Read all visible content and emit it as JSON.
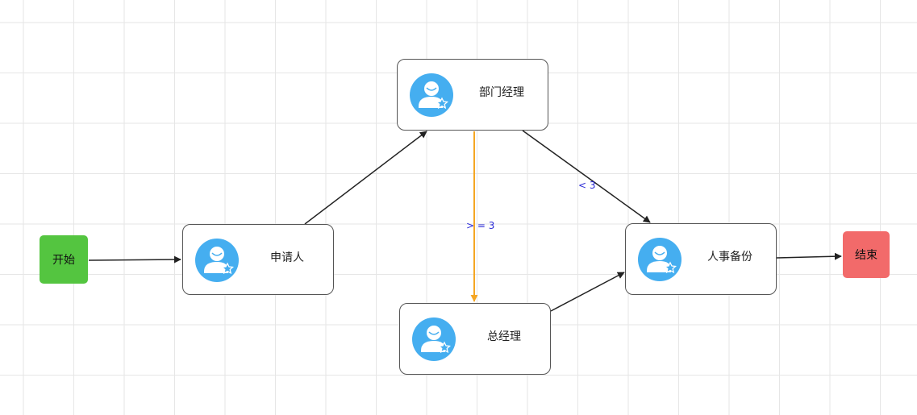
{
  "nodes": {
    "start": {
      "label": "开始",
      "color": "#54c540"
    },
    "applicant": {
      "label": "申请人",
      "icon": "user-avatar-icon"
    },
    "dept_manager": {
      "label": "部门经理",
      "icon": "user-avatar-icon"
    },
    "general_manager": {
      "label": "总经理",
      "icon": "user-avatar-icon"
    },
    "hr_backup": {
      "label": "人事备份",
      "icon": "user-avatar-icon"
    },
    "end": {
      "label": "结束",
      "color": "#f26a6a"
    }
  },
  "edges": [
    {
      "from": "start",
      "to": "applicant",
      "label": ""
    },
    {
      "from": "applicant",
      "to": "dept_manager",
      "label": ""
    },
    {
      "from": "dept_manager",
      "to": "hr_backup",
      "label": "< 3",
      "color": "#222222"
    },
    {
      "from": "dept_manager",
      "to": "general_manager",
      "label": "> = 3",
      "color": "#f5a623"
    },
    {
      "from": "general_manager",
      "to": "hr_backup",
      "label": ""
    },
    {
      "from": "hr_backup",
      "to": "end",
      "label": ""
    }
  ],
  "colors": {
    "avatar": "#45aef0",
    "edge_default": "#222222",
    "edge_highlight": "#f5a623",
    "edge_label": "#2b2bd6"
  }
}
